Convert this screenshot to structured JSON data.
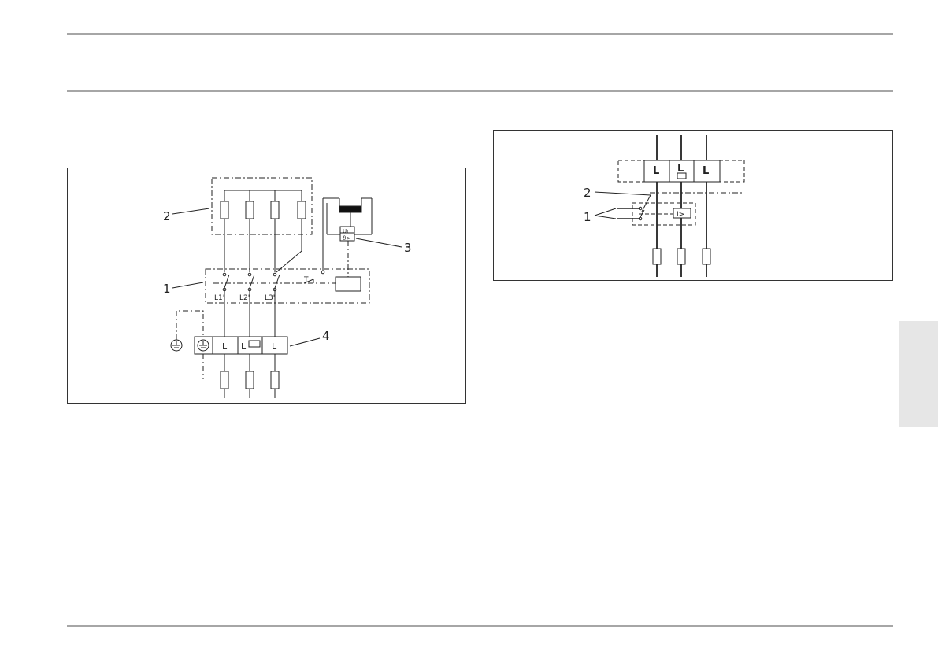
{
  "diagram_left": {
    "callouts": [
      "1",
      "2",
      "3",
      "4"
    ],
    "switch_labels": [
      "L1'",
      "L2'",
      "L3'"
    ],
    "terminal_labels": [
      "L",
      "L",
      "L"
    ],
    "coil_labels": [
      "U₁",
      "ϑ>"
    ],
    "timer_label": "T"
  },
  "diagram_right": {
    "callouts": [
      "1",
      "2"
    ],
    "terminal_labels": [
      "L",
      "L",
      "L"
    ],
    "relay_label": "I>"
  }
}
